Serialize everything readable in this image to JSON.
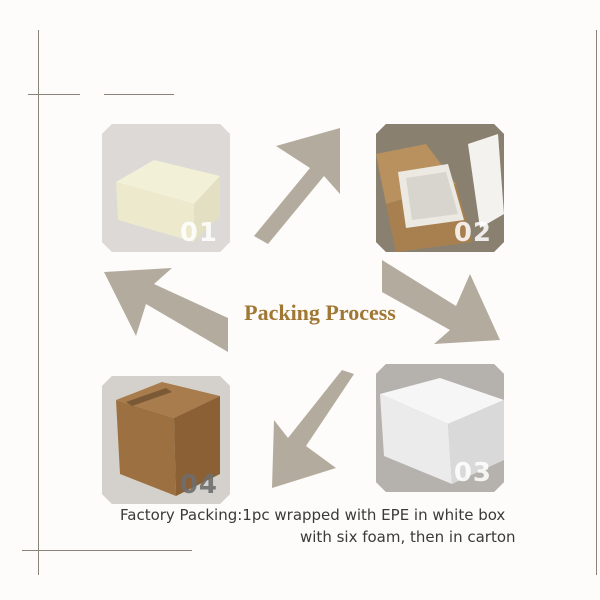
{
  "title": "Packing Process",
  "steps": [
    {
      "number": "01"
    },
    {
      "number": "02"
    },
    {
      "number": "03"
    },
    {
      "number": "04"
    }
  ],
  "caption": {
    "line1": "Factory Packing:1pc wrapped with EPE in white box",
    "line2": "with six foam, then in carton"
  },
  "colors": {
    "arrow": "#b3ab9d",
    "title": "#a07834",
    "line": "#8a8478"
  },
  "icons": [
    "arrow-up-right-icon",
    "arrow-down-right-icon",
    "arrow-down-left-icon",
    "arrow-up-left-icon"
  ]
}
